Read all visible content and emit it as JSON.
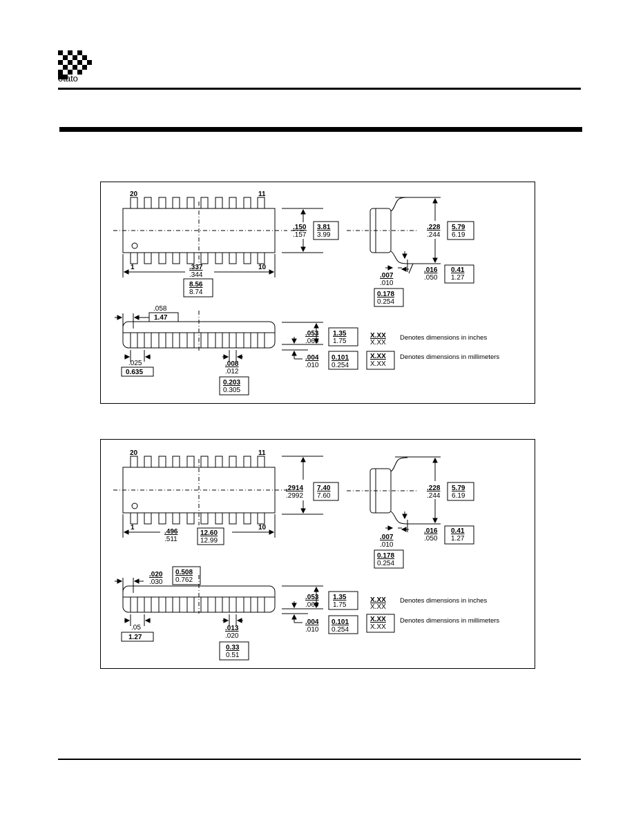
{
  "logo": {
    "text": "otato",
    "icon": "checker-p-logo"
  },
  "packages": [
    {
      "top_view": {
        "pin_top_left": "20",
        "pin_top_right": "11",
        "pin_bottom_left": "1",
        "pin_bottom_right": "10",
        "body_width_in": [
          ".150",
          ".157"
        ],
        "body_width_mm": [
          "3.81",
          "3.99"
        ],
        "length_in": [
          ".337",
          ".344"
        ],
        "length_mm": [
          "8.56",
          "8.74"
        ]
      },
      "side_view": {
        "height_in": [
          ".228",
          ".244"
        ],
        "height_mm": [
          "5.79",
          "6.19"
        ],
        "lead_len_in": [
          ".016",
          ".050"
        ],
        "lead_len_mm": [
          "0.41",
          "1.27"
        ],
        "lead_thk_in": [
          ".007",
          ".010"
        ],
        "lead_thk_mm": [
          "0.178",
          "0.254"
        ]
      },
      "front_view": {
        "end_in": ".058",
        "end_mm": "1.47",
        "pitch_in": ".025",
        "pitch_mm": "0.635",
        "lead_w_in": [
          ".008",
          ".012"
        ],
        "lead_w_mm": [
          "0.203",
          "0.305"
        ],
        "height_in": [
          ".053",
          ".069"
        ],
        "height_mm": [
          "1.35",
          "1.75"
        ],
        "standoff_in": [
          ".004",
          ".010"
        ],
        "standoff_mm": [
          "0.101",
          "0.254"
        ]
      }
    },
    {
      "top_view": {
        "pin_top_left": "20",
        "pin_top_right": "11",
        "pin_bottom_left": "1",
        "pin_bottom_right": "10",
        "body_width_in": [
          ".2914",
          ".2992"
        ],
        "body_width_mm": [
          "7.40",
          "7.60"
        ],
        "length_in": [
          ".496",
          ".511"
        ],
        "length_mm": [
          "12.60",
          "12.99"
        ]
      },
      "side_view": {
        "height_in": [
          ".228",
          ".244"
        ],
        "height_mm": [
          "5.79",
          "6.19"
        ],
        "lead_len_in": [
          ".016",
          ".050"
        ],
        "lead_len_mm": [
          "0.41",
          "1.27"
        ],
        "lead_thk_in": [
          ".007",
          ".010"
        ],
        "lead_thk_mm": [
          "0.178",
          "0.254"
        ]
      },
      "front_view": {
        "end_in": [
          ".020",
          ".030"
        ],
        "end_mm": [
          "0.508",
          "0.762"
        ],
        "pitch_in": ".05",
        "pitch_mm": "1.27",
        "lead_w_in": [
          ".013",
          ".020"
        ],
        "lead_w_mm": [
          "0.33",
          "0.51"
        ],
        "height_in": [
          ".053",
          ".069"
        ],
        "height_mm": [
          "1.35",
          "1.75"
        ],
        "standoff_in": [
          ".004",
          ".010"
        ],
        "standoff_mm": [
          "0.101",
          "0.254"
        ]
      }
    }
  ],
  "legend": {
    "xx": [
      "X.XX",
      "X.XX"
    ],
    "inches": "Denotes dimensions in inches",
    "millimeters": "Denotes dimensions in millimeters"
  }
}
